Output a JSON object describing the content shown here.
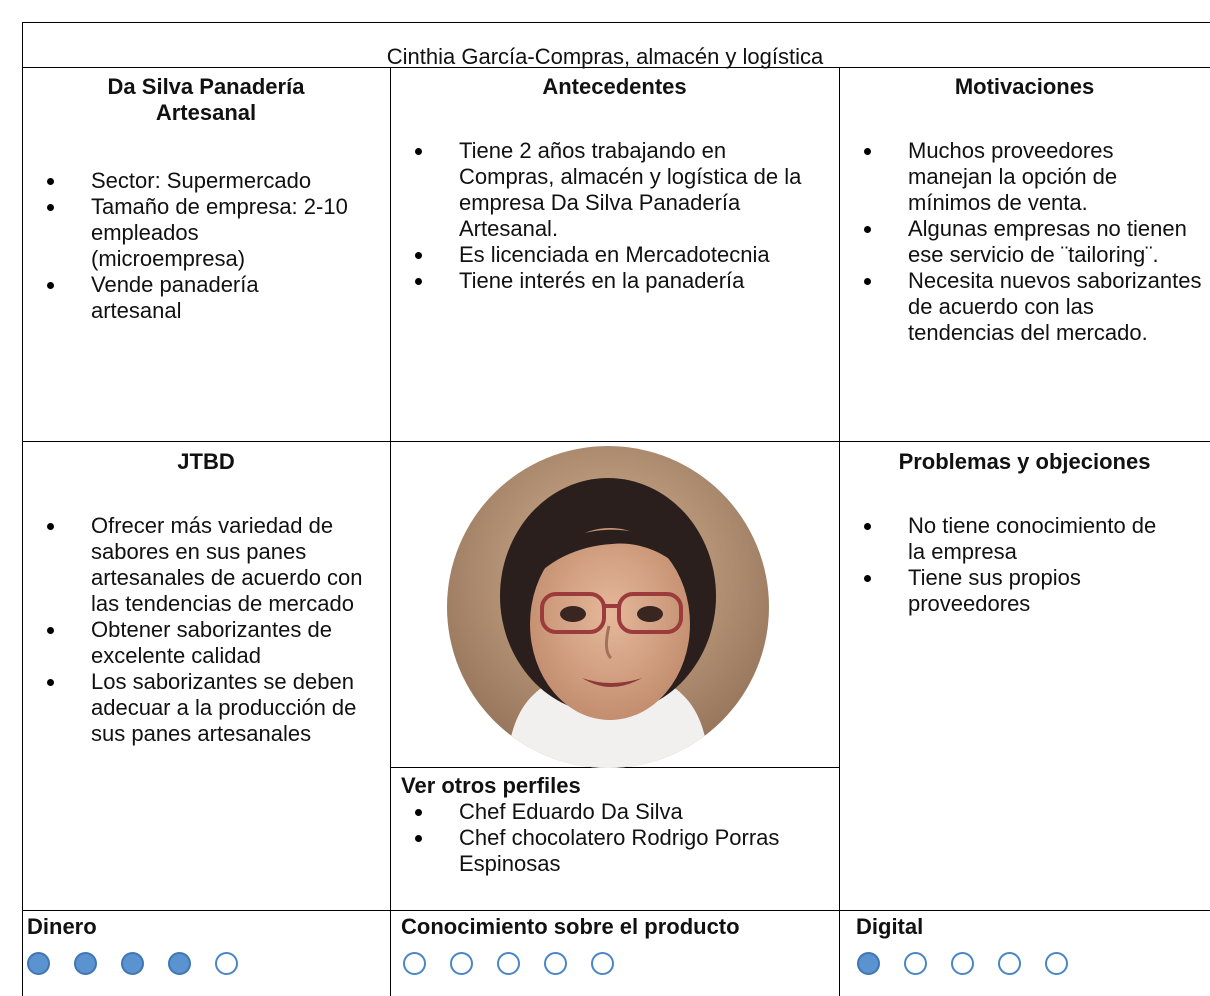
{
  "title": "Cinthia García-Compras, almacén y logística",
  "company": {
    "heading": "Da Silva Panadería Artesanal",
    "items": [
      "Sector: Supermercado",
      "Tamaño de empresa: 2-10 empleados (microempresa)",
      "Vende panadería artesanal"
    ]
  },
  "background": {
    "heading": "Antecedentes",
    "items": [
      "Tiene 2 años trabajando en Compras, almacén y logística de la empresa Da Silva Panadería Artesanal.",
      "Es licenciada en Mercadotecnia",
      "Tiene interés en la panadería"
    ]
  },
  "motivations": {
    "heading": "Motivaciones",
    "items": [
      "Muchos proveedores manejan la opción de mínimos de venta.",
      "Algunas empresas no tienen ese servicio de ¨tailoring¨.",
      "Necesita nuevos saborizantes de acuerdo con las tendencias del mercado."
    ]
  },
  "jtbd": {
    "heading": "JTBD",
    "items": [
      "Ofrecer más variedad de sabores en sus panes artesanales de acuerdo con las tendencias de mercado",
      "Obtener saborizantes de excelente calidad",
      "Los saborizantes se deben adecuar a la producción de sus panes artesanales"
    ]
  },
  "problems": {
    "heading": "Problemas y objeciones",
    "items": [
      "No tiene conocimiento de la empresa",
      "Tiene sus propios proveedores"
    ]
  },
  "other_profiles": {
    "heading": "Ver otros perfiles",
    "items": [
      "Chef Eduardo Da Silva",
      "Chef chocolatero Rodrigo Porras Espinosas"
    ]
  },
  "ratings": [
    {
      "label": "Dinero",
      "value": 4,
      "max": 5
    },
    {
      "label": "Conocimiento sobre el producto",
      "value": 0,
      "max": 5
    },
    {
      "label": "Digital",
      "value": 1,
      "max": 5
    }
  ],
  "colors": {
    "dot_fill": "#5b93d1",
    "dot_border": "#4a86c5"
  }
}
